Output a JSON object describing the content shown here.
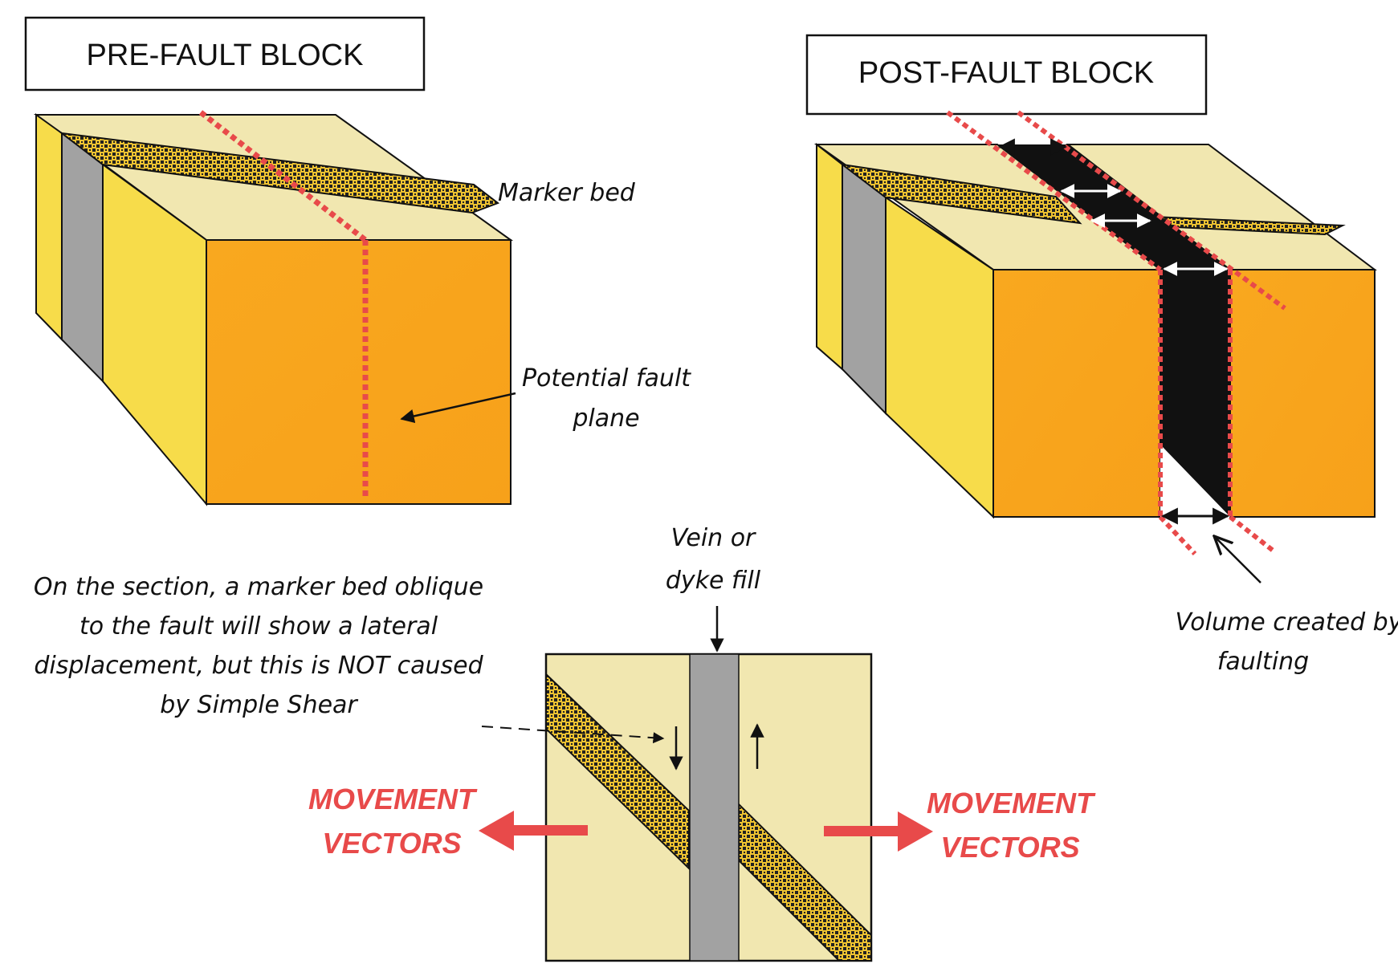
{
  "pre_fault": {
    "title": "PRE-FAULT BLOCK",
    "marker_bed_label": "Marker bed",
    "fault_plane_label": [
      "Potential fault",
      "plane"
    ]
  },
  "post_fault": {
    "title": "POST-FAULT BLOCK",
    "volume_label": [
      "Volume created by",
      "faulting"
    ]
  },
  "section": {
    "vein_label": [
      "Vein or",
      "dyke fill"
    ],
    "note": [
      "On the section, a marker bed oblique",
      "to the fault will show a lateral",
      "displacement, but this is NOT caused",
      "by Simple Shear"
    ],
    "movement_left": [
      "MOVEMENT",
      "VECTORS"
    ],
    "movement_right": [
      "MOVEMENT",
      "VECTORS"
    ]
  },
  "colors": {
    "top_face": "#f1e7b0",
    "side_yellow": "#f7dc4a",
    "front_orange": "#f9a81f",
    "gray_bed": "#a2a2a2",
    "marker_yellow": "#f0c431",
    "fault_red": "#e84a4a",
    "fill_black": "#111111"
  }
}
